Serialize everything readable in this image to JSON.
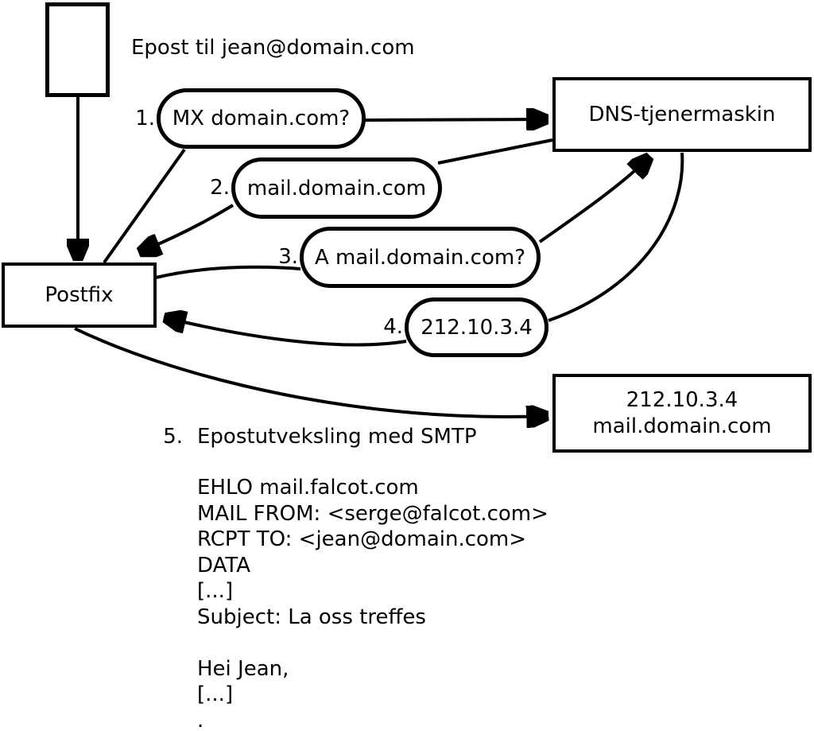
{
  "title_note": "Epost til jean@domain.com",
  "nodes": {
    "postfix": {
      "label": "Postfix"
    },
    "dns": {
      "label": "DNS-tjenermaskin"
    },
    "mailserver": {
      "line1": "212.10.3.4",
      "line2": "mail.domain.com"
    }
  },
  "steps": [
    {
      "number": "1.",
      "label": "MX domain.com?"
    },
    {
      "number": "2.",
      "label": "mail.domain.com"
    },
    {
      "number": "3.",
      "label": "A mail.domain.com?"
    },
    {
      "number": "4.",
      "label": "212.10.3.4"
    },
    {
      "number": "5.",
      "label": "Epostutveksling med SMTP"
    }
  ],
  "smtp_session": {
    "lines": [
      "EHLO mail.falcot.com",
      "MAIL FROM: <serge@falcot.com>",
      "RCPT TO: <jean@domain.com>",
      "DATA",
      "[...]",
      "Subject: La oss treffes",
      "",
      "Hei Jean,",
      "[...]",
      "."
    ]
  },
  "colors": {
    "stroke": "#000000",
    "background": "#ffffff"
  }
}
